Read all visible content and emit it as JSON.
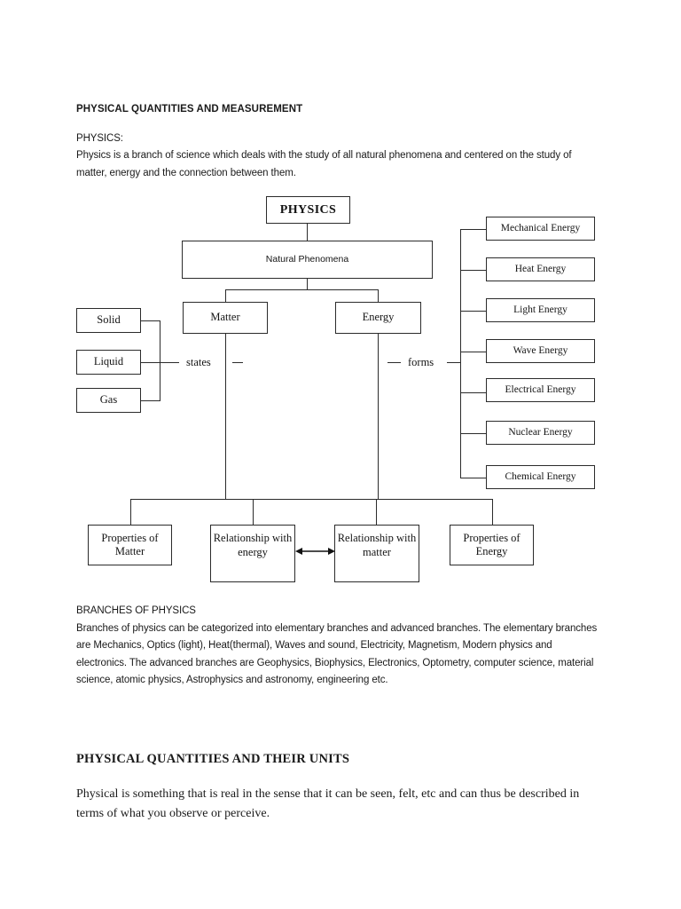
{
  "document": {
    "title": "PHYSICAL QUANTITIES AND MEASUREMENT",
    "physics_heading": "PHYSICS:",
    "physics_body": "Physics is a branch of science which deals with the study of all natural phenomena and centered on the study of matter, energy and the connection between them.",
    "branches_heading": "BRANCHES OF PHYSICS",
    "branches_body": "Branches of physics can be categorized into elementary branches and advanced branches. The elementary branches are Mechanics, Optics (light), Heat(thermal), Waves and sound, Electricity, Magnetism, Modern physics and electronics. The advanced branches are Geophysics, Biophysics, Electronics, Optometry, computer science, material science, atomic physics, Astrophysics and astronomy, engineering etc.",
    "units_heading": "PHYSICAL QUANTITIES AND THEIR UNITS",
    "units_body": "Physical is something that is real in the sense that it can be seen, felt, etc and can thus be described in terms of what you observe or perceive."
  },
  "diagram": {
    "root": "PHYSICS",
    "second": "Natural Phenomena",
    "matter": "Matter",
    "energy": "Energy",
    "states_label": "states",
    "forms_label": "forms",
    "states": [
      "Solid",
      "Liquid",
      "Gas"
    ],
    "forms": [
      "Mechanical Energy",
      "Heat Energy",
      "Light Energy",
      "Wave Energy",
      "Electrical Energy",
      "Nuclear Energy",
      "Chemical Energy"
    ],
    "bottom": [
      "Properties of Matter",
      "Relationship with energy",
      "Relationship with matter",
      "Properties of Energy"
    ],
    "colors": {
      "line": "#2b2b2b",
      "text": "#141414",
      "background": "#ffffff"
    }
  }
}
